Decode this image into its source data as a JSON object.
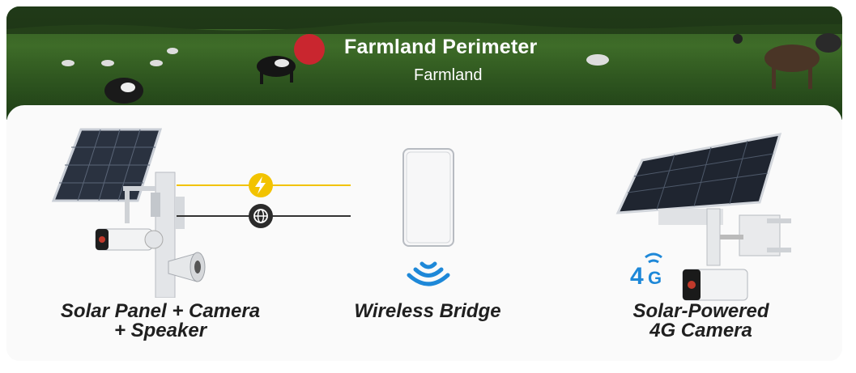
{
  "header": {
    "title": "Farmland Perimeter",
    "subtitle": "Farmland",
    "accent_color": "#c9262f"
  },
  "devices": [
    {
      "caption_line1": "Solar Panel + Camera",
      "caption_line2": "+ Speaker",
      "icons": [
        "power-bolt-icon",
        "network-globe-icon"
      ]
    },
    {
      "caption_line1": "Wireless Bridge",
      "icons": [
        "wireless-signal-icon"
      ]
    },
    {
      "caption_line1": "Solar-Powered",
      "caption_line2": "4G Camera",
      "badge": "4G"
    }
  ],
  "colors": {
    "power_line": "#f2c300",
    "network_line": "#333333",
    "signal_blue": "#1e88d8"
  }
}
